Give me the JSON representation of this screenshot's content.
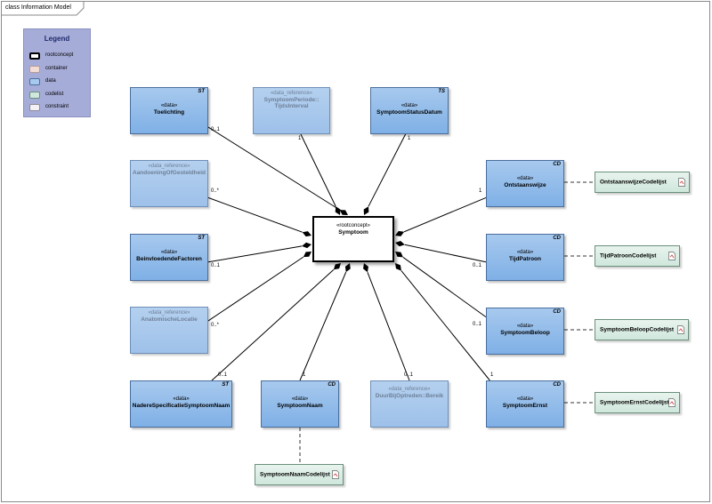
{
  "frame": {
    "title": "class Information Model"
  },
  "legend": {
    "title": "Legend",
    "items": [
      {
        "label": "rootconcept",
        "color": "#ffffff",
        "border": "#000000"
      },
      {
        "label": "container",
        "color": "#f4dcd6",
        "border": "#b59c96"
      },
      {
        "label": "data",
        "color": "#a7c9ee",
        "border": "#4a6f9e"
      },
      {
        "label": "codelist",
        "color": "#cfe7dc",
        "border": "#6b8f7c"
      },
      {
        "label": "constraint",
        "color": "#f3f0f6",
        "border": "#8f8a96"
      }
    ]
  },
  "root": {
    "stereotype": "«rootconcept»",
    "name": "Symptoom"
  },
  "nodes": {
    "toelichting": {
      "stereotype": "«data»",
      "name": "Toelichting",
      "tag": "ST",
      "mult": "0..1"
    },
    "periode": {
      "stereotype": "«data_reference»",
      "name": "SymptoomPeriode::\nTijdsInterval",
      "mult": "1"
    },
    "statusdatum": {
      "stereotype": "«data»",
      "name": "SymptoomStatusDatum",
      "tag": "TS",
      "mult": "1"
    },
    "aandoening": {
      "stereotype": "«data_reference»",
      "name": "AandoeningOfGesteldheid",
      "mult": "0..*"
    },
    "factoren": {
      "stereotype": "«data»",
      "name": "BeinvloedendeFactoren",
      "tag": "ST",
      "mult": "0..1"
    },
    "locatie": {
      "stereotype": "«data_reference»",
      "name": "AnatomischeLocatie",
      "mult": "0..*"
    },
    "nadere": {
      "stereotype": "«data»",
      "name": "NadereSpecificatieSymptoomNaam",
      "tag": "ST",
      "mult": "0..1"
    },
    "naam": {
      "stereotype": "«data»",
      "name": "SymptoomNaam",
      "tag": "CD",
      "mult": "1"
    },
    "duur": {
      "stereotype": "«data_reference»",
      "name": "DuurBijOptreden::Bereik",
      "mult": "0..1"
    },
    "ernst": {
      "stereotype": "«data»",
      "name": "SymptoomErnst",
      "tag": "CD",
      "mult": "1"
    },
    "beloop": {
      "stereotype": "«data»",
      "name": "SymptoomBeloop",
      "tag": "CD",
      "mult": "0..1"
    },
    "tijdpatroon": {
      "stereotype": "«data»",
      "name": "TijdPatroon",
      "tag": "CD",
      "mult": "0..1"
    },
    "ontstaan": {
      "stereotype": "«data»",
      "name": "Ontstaanswijze",
      "tag": "CD",
      "mult": "1"
    }
  },
  "codelists": {
    "ontstaan": "OntstaanswijzeCodelijst",
    "tijdpatroon": "TijdPatroonCodelijst",
    "beloop": "SymptoomBeloopCodelijst",
    "ernst": "SymptoomErnstCodelijst",
    "naam": "SymptoomNaamCodelijst"
  }
}
